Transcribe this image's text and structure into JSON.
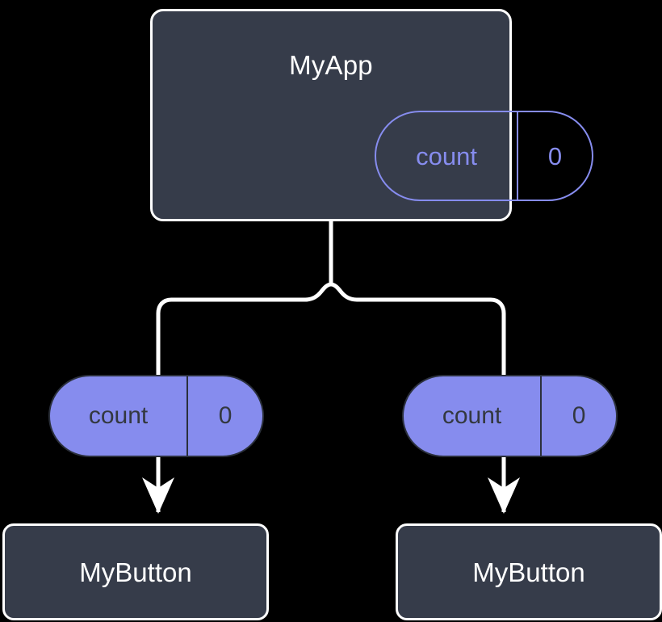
{
  "diagram": {
    "title": "MyApp component tree with count state propagation",
    "background_color": "#000000",
    "accent_color": "#868cee",
    "node_fill_color": "#363c4a",
    "edge_color": "#ffffff"
  },
  "root": {
    "label": "MyApp",
    "state_pill": {
      "key": "count",
      "value": "0",
      "style": "outline"
    }
  },
  "children": [
    {
      "id": "left",
      "state_pill": {
        "key": "count",
        "value": "0",
        "style": "filled"
      },
      "leaf": {
        "label": "MyButton"
      }
    },
    {
      "id": "right",
      "state_pill": {
        "key": "count",
        "value": "0",
        "style": "filled"
      },
      "leaf": {
        "label": "MyButton"
      }
    }
  ],
  "edges": {
    "trunk": "MyApp to branch junction",
    "branch_left": "junction to left count pill",
    "branch_right": "junction to right count pill",
    "arrow_left": "left count pill to left MyButton",
    "arrow_right": "right count pill to right MyButton"
  }
}
